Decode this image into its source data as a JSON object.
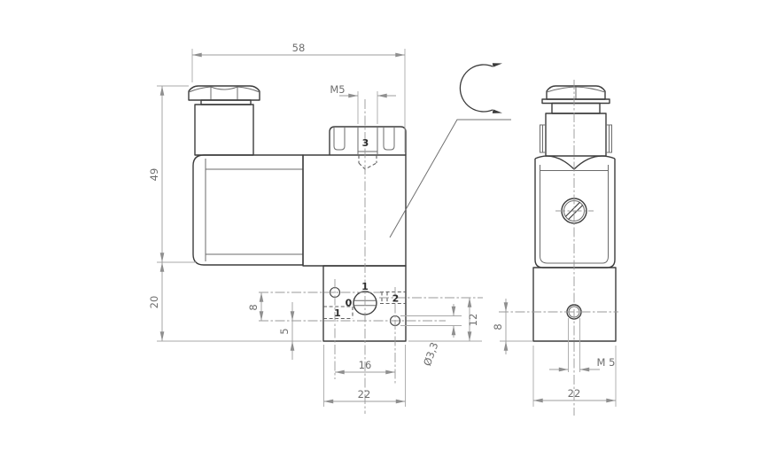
{
  "drawing": {
    "type": "solenoid-valve-dimension-drawing",
    "colors": {
      "background": "#ffffff",
      "object_line": "#3d3d3d",
      "dimension_line": "#9d9d9d",
      "dimension_text": "#6e6e6e",
      "port_text": "#2c2c2c"
    },
    "side_view": {
      "dims": {
        "d58": "58",
        "d49": "49",
        "d20": "20",
        "m5": "M5",
        "d8": "8",
        "d5": "5",
        "d12": "12",
        "dia": "Ø3,3",
        "d16": "16",
        "d22": "22"
      },
      "labels": {
        "port_top": "3",
        "port_screw": "1",
        "port_right": "2",
        "pos_zero": "0",
        "port_left": "1"
      }
    },
    "front_view": {
      "dims": {
        "d8": "8",
        "m5": "M 5",
        "d22": "22"
      }
    }
  }
}
